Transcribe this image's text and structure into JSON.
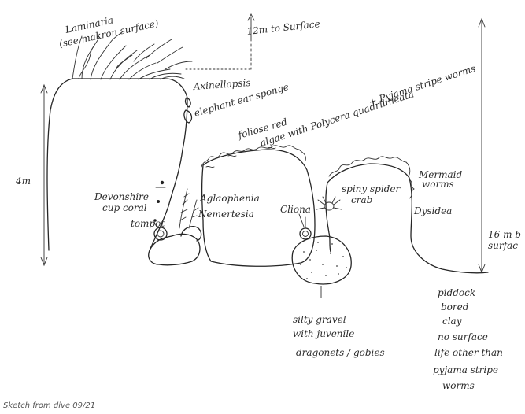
{
  "labels": {
    "laminaria_1": "Laminaria",
    "laminaria_2": "(see makron surface)",
    "to_surface_top": "12m to Surface",
    "axinella": "Axinellopsis",
    "elephant_sponge": "elephant ear sponge",
    "foliose_1": "foliose red",
    "foliose_2": "algae with Polycera quadrilineata",
    "foliose_3": "+ Pyjama stripe worms",
    "height_4m": "4m",
    "devonshire_1": "Devonshire",
    "devonshire_2": "cup coral",
    "tompot": "tompot",
    "aglaophenia": "Aglaophenia",
    "nemertesia": "Nemertesia",
    "cliona": "Cliona",
    "spider_1": "spiny spider",
    "spider_2": "crab",
    "mermaid_1": "Mermaid",
    "mermaid_2": "worms",
    "dysidea": "Dysidea",
    "depth_1": "16 m b",
    "depth_2": "surfac",
    "silty_1": "silty gravel",
    "silty_2": "with juvenile",
    "silty_3": "dragonets / gobies",
    "piddock_1": "piddock",
    "piddock_2": "bored",
    "piddock_3": "clay",
    "piddock_4": "no surface",
    "piddock_5": "life other than",
    "piddock_6": "pyjama stripe",
    "piddock_7": "worms"
  },
  "caption": "Sketch from dive 09/21"
}
